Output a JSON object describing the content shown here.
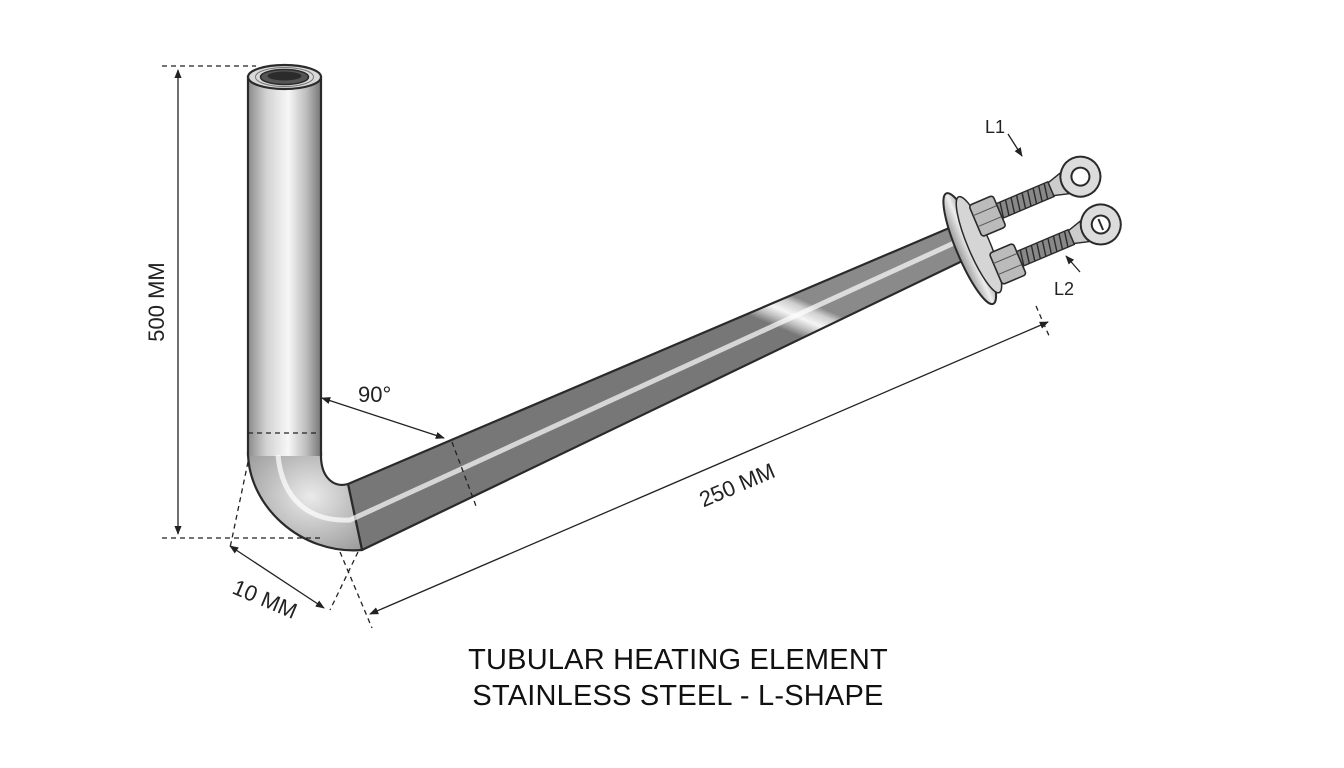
{
  "dimensions": {
    "height_label": "500 MM",
    "length_label": "250 MM",
    "diameter_label": "10 MM",
    "angle_label": "90°",
    "terminal_1_label": "L1",
    "terminal_2_label": "L2"
  },
  "caption": {
    "line1": "TUBULAR HEATING ELEMENT",
    "line2": "STAINLESS STEEL - L-SHAPE"
  },
  "colors": {
    "tube_highlight": "#f4f4f4",
    "tube_mid": "#c4c4c4",
    "tube_shadow": "#6e6e6e",
    "outline": "#2a2a2a"
  }
}
